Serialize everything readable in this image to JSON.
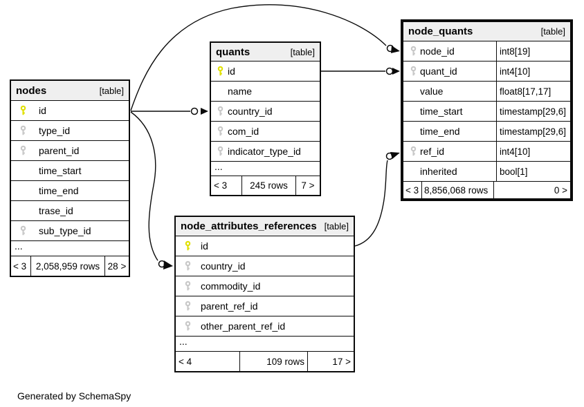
{
  "note": "Generated by SchemaSpy",
  "colors": {
    "primary_key": "#e0e000",
    "foreign_key": "#c8c8c8",
    "header_bg": "#efefef",
    "border": "#000000"
  },
  "tables": [
    {
      "name": "nodes",
      "tag": "[table]",
      "columns": [
        {
          "name": "id",
          "key": "primary"
        },
        {
          "name": "type_id",
          "key": "foreign"
        },
        {
          "name": "parent_id",
          "key": "foreign"
        },
        {
          "name": "time_start",
          "key": "none"
        },
        {
          "name": "time_end",
          "key": "none"
        },
        {
          "name": "trase_id",
          "key": "none"
        },
        {
          "name": "sub_type_id",
          "key": "foreign"
        }
      ],
      "more": "...",
      "footer": {
        "prev": "< 3",
        "rows": "2,058,959 rows",
        "next": "28 >"
      }
    },
    {
      "name": "quants",
      "tag": "[table]",
      "columns": [
        {
          "name": "id",
          "key": "primary"
        },
        {
          "name": "name",
          "key": "none"
        },
        {
          "name": "country_id",
          "key": "foreign"
        },
        {
          "name": "com_id",
          "key": "foreign"
        },
        {
          "name": "indicator_type_id",
          "key": "foreign"
        }
      ],
      "more": "...",
      "footer": {
        "prev": "< 3",
        "rows": "245 rows",
        "next": "7 >"
      }
    },
    {
      "name": "node_quants",
      "tag": "[table]",
      "columns": [
        {
          "name": "node_id",
          "type": "int8[19]",
          "key": "foreign"
        },
        {
          "name": "quant_id",
          "type": "int4[10]",
          "key": "foreign"
        },
        {
          "name": "value",
          "type": "float8[17,17]",
          "key": "none"
        },
        {
          "name": "time_start",
          "type": "timestamp[29,6]",
          "key": "none"
        },
        {
          "name": "time_end",
          "type": "timestamp[29,6]",
          "key": "none"
        },
        {
          "name": "ref_id",
          "type": "int4[10]",
          "key": "foreign"
        },
        {
          "name": "inherited",
          "type": "bool[1]",
          "key": "none"
        }
      ],
      "footer": {
        "prev": "< 3",
        "rows": "8,856,068 rows",
        "next": "0 >"
      }
    },
    {
      "name": "node_attributes_references",
      "tag": "[table]",
      "columns": [
        {
          "name": "id",
          "key": "primary"
        },
        {
          "name": "country_id",
          "key": "foreign"
        },
        {
          "name": "commodity_id",
          "key": "foreign"
        },
        {
          "name": "parent_ref_id",
          "key": "foreign"
        },
        {
          "name": "other_parent_ref_id",
          "key": "foreign"
        }
      ],
      "more": "...",
      "footer": {
        "prev": "< 4",
        "rows": "109 rows",
        "next": "17 >"
      }
    }
  ],
  "relationships": [
    {
      "from": "nodes.id",
      "to": "node_quants.node_id"
    },
    {
      "from": "quants.id",
      "to": "node_quants.quant_id"
    },
    {
      "from": "nodes.id",
      "to": "quants.country_id"
    },
    {
      "from": "nodes.id",
      "to": "node_attributes_references.country_id"
    },
    {
      "from": "node_attributes_references.id",
      "to": "node_quants.ref_id"
    }
  ]
}
